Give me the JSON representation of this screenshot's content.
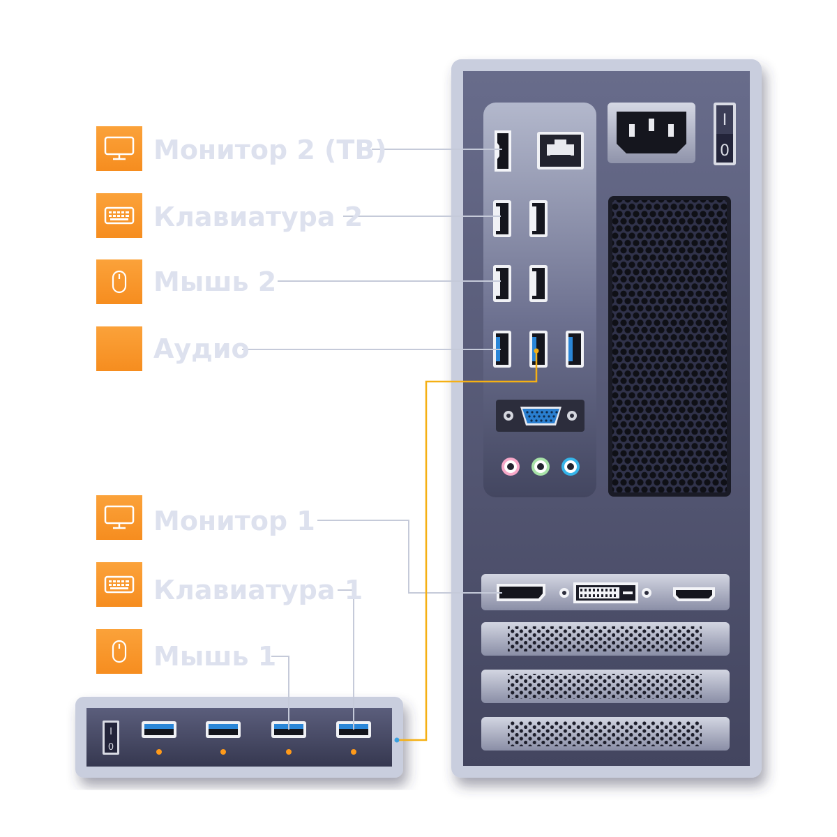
{
  "devices": [
    {
      "id": "monitor-2",
      "label": "Монитор 2 (ТВ)",
      "icon": "monitor-icon"
    },
    {
      "id": "keyboard-2",
      "label": "Клавиатура 2",
      "icon": "keyboard-icon"
    },
    {
      "id": "mouse-2",
      "label": "Мышь 2",
      "icon": "mouse-icon"
    },
    {
      "id": "audio",
      "label": "Аудио",
      "icon": ""
    },
    {
      "id": "monitor-1",
      "label": "Монитор 1",
      "icon": "monitor-icon"
    },
    {
      "id": "keyboard-1",
      "label": "Клавиатура 1",
      "icon": "keyboard-icon"
    },
    {
      "id": "mouse-1",
      "label": "Мышь 1",
      "icon": "mouse-icon"
    }
  ],
  "power_switch": {
    "on_mark": "I",
    "off_mark": "0"
  },
  "hub_switch": {
    "on_mark": "I",
    "off_mark": "0"
  },
  "colors": {
    "tile_orange": "#f6921e",
    "label_light": "#dde1ee",
    "chassis_frame": "#c9cede",
    "chassis_dark": "#4e5170",
    "usb3_blue": "#2a86d8",
    "wire_gray": "#c5cad9",
    "wire_yellow": "#f5b014",
    "led_orange": "#ff9a1a"
  }
}
